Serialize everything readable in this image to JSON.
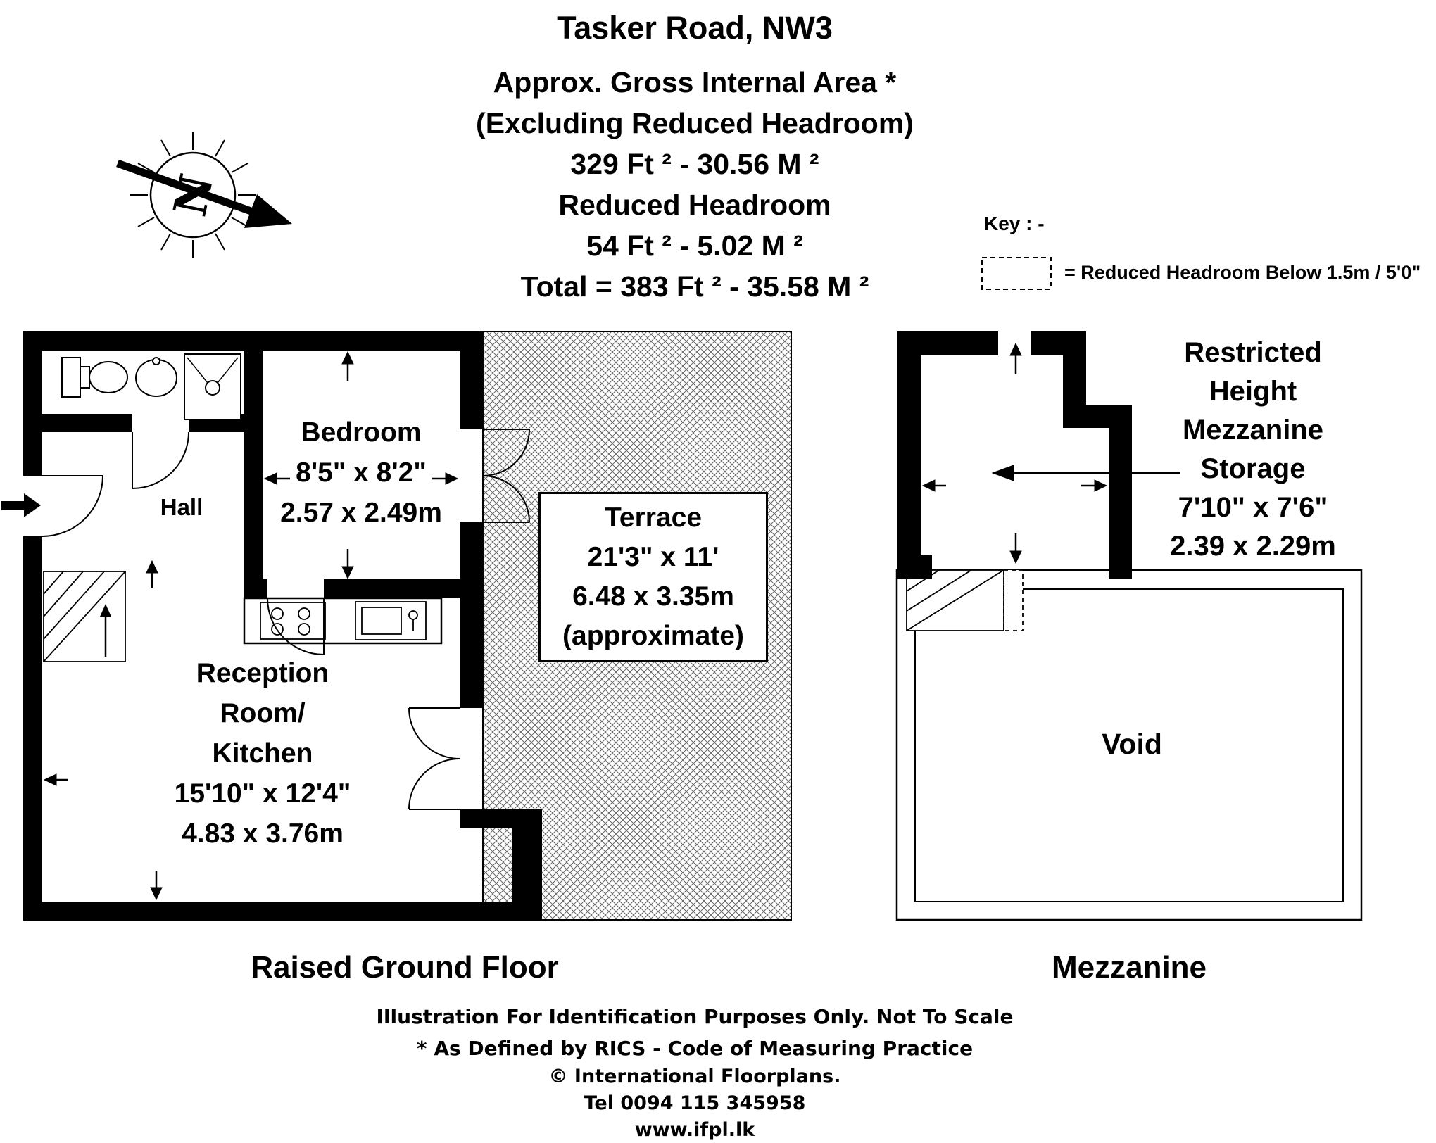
{
  "header": {
    "title": "Tasker Road, NW3",
    "area_heading": "Approx. Gross Internal Area *",
    "area_subheading": "(Excluding Reduced Headroom)",
    "gross_area": "329 Ft ²  -  30.56 M ²",
    "reduced_heading": "Reduced Headroom",
    "reduced_area": "54 Ft ²  -  5.02 M ²",
    "total_area": "Total = 383 Ft ²  -  35.58 M ²"
  },
  "north_arrow": {
    "letter": "N"
  },
  "key": {
    "label": "Key : -",
    "legend": "= Reduced Headroom Below 1.5m / 5'0\""
  },
  "ground_floor": {
    "floor_label": "Raised Ground Floor",
    "hall": {
      "name": "Hall"
    },
    "bedroom": {
      "name": "Bedroom",
      "imperial": "8'5\" x 8'2\"",
      "metric": "2.57 x 2.49m"
    },
    "reception": {
      "name_line1": "Reception",
      "name_line2": "Room/",
      "name_line3": "Kitchen",
      "imperial": "15'10\" x 12'4\"",
      "metric": "4.83 x 3.76m"
    },
    "terrace": {
      "name": "Terrace",
      "imperial": "21'3\" x 11'",
      "metric": "6.48 x 3.35m",
      "note": "(approximate)"
    }
  },
  "mezzanine": {
    "floor_label": "Mezzanine",
    "storage": {
      "name_line1": "Restricted",
      "name_line2": "Height",
      "name_line3": "Mezzanine",
      "name_line4": "Storage",
      "imperial": "7'10\" x 7'6\"",
      "metric": "2.39 x 2.29m"
    },
    "void": {
      "name": "Void"
    }
  },
  "footer": {
    "disclaimer": "Illustration For Identification Purposes Only.  Not To Scale",
    "rics": "* As Defined by RICS - Code of Measuring Practice",
    "copyright": "© International Floorplans.",
    "phone": "Tel 0094 115 345958",
    "website": "www.ifpl.lk"
  }
}
